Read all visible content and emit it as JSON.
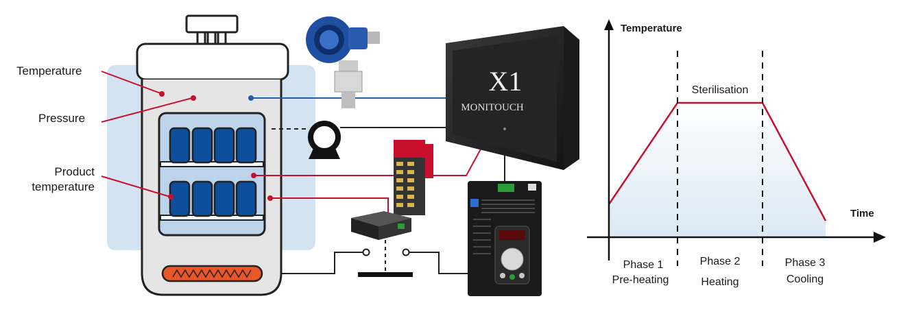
{
  "vessel": {
    "labels": {
      "temperature": "Temperature",
      "pressure": "Pressure",
      "product_line1": "Product",
      "product_line2": "temperature"
    }
  },
  "hmi": {
    "model": "X1",
    "brand": "MONITOUCH"
  },
  "graph": {
    "y_label": "Temperature",
    "x_label": "Time",
    "annotation": "Sterilisation",
    "phases": [
      {
        "name": "Phase 1",
        "desc": "Pre-heating"
      },
      {
        "name": "Phase 2",
        "desc": "Heating"
      },
      {
        "name": "Phase 3",
        "desc": "Cooling"
      }
    ]
  },
  "colors": {
    "signal_red": "#c8102e",
    "signal_blue": "#1f5fa8",
    "product_blue": "#0d4f9c",
    "panel_blue": "#d3e3f1",
    "heater_orange": "#e8562a"
  }
}
